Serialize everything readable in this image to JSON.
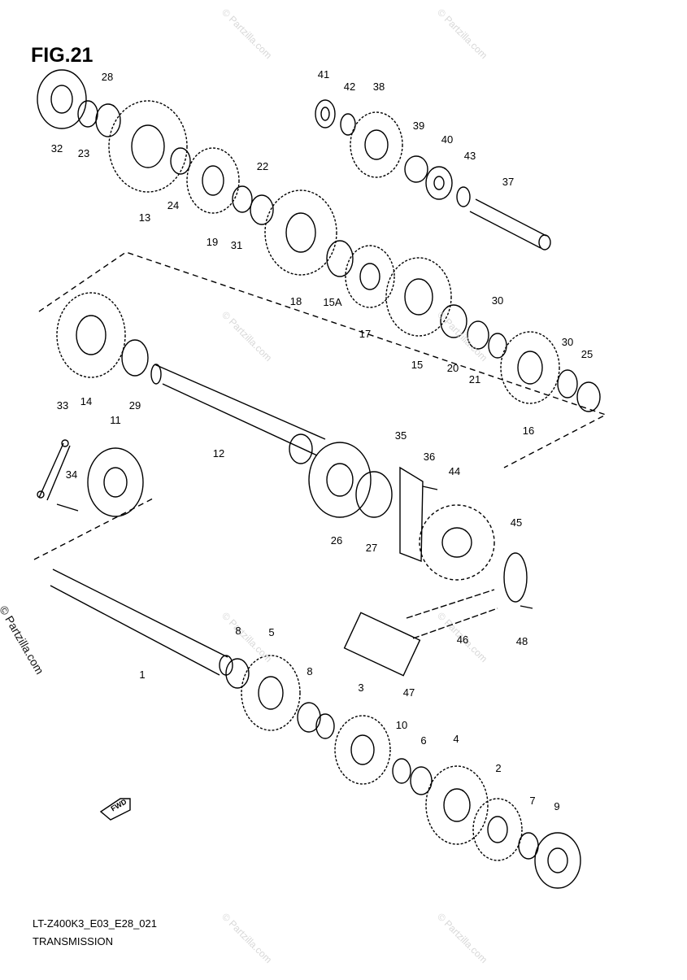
{
  "figure": {
    "title": "FIG.21"
  },
  "footer": {
    "code": "LT-Z400K3_E03_E28_021",
    "name": "TRANSMISSION"
  },
  "watermark": {
    "text": "© Partzilla.com"
  },
  "fwd_arrow": {
    "text": "FWD"
  },
  "parts": [
    {
      "id": "p41",
      "label": "41"
    },
    {
      "id": "p42",
      "label": "42"
    },
    {
      "id": "p38",
      "label": "38"
    },
    {
      "id": "p28",
      "label": "28"
    },
    {
      "id": "p39",
      "label": "39"
    },
    {
      "id": "p40",
      "label": "40"
    },
    {
      "id": "p43",
      "label": "43"
    },
    {
      "id": "p37",
      "label": "37"
    },
    {
      "id": "p32",
      "label": "32"
    },
    {
      "id": "p23",
      "label": "23"
    },
    {
      "id": "p22",
      "label": "22"
    },
    {
      "id": "p24",
      "label": "24"
    },
    {
      "id": "p13",
      "label": "13"
    },
    {
      "id": "p19",
      "label": "19"
    },
    {
      "id": "p31",
      "label": "31"
    },
    {
      "id": "p18",
      "label": "18"
    },
    {
      "id": "p15A",
      "label": "15A"
    },
    {
      "id": "p17",
      "label": "17"
    },
    {
      "id": "p30a",
      "label": "30"
    },
    {
      "id": "p30b",
      "label": "30"
    },
    {
      "id": "p25",
      "label": "25"
    },
    {
      "id": "p15",
      "label": "15"
    },
    {
      "id": "p20",
      "label": "20"
    },
    {
      "id": "p21",
      "label": "21"
    },
    {
      "id": "p16",
      "label": "16"
    },
    {
      "id": "p33",
      "label": "33"
    },
    {
      "id": "p14",
      "label": "14"
    },
    {
      "id": "p29",
      "label": "29"
    },
    {
      "id": "p11",
      "label": "11"
    },
    {
      "id": "p12",
      "label": "12"
    },
    {
      "id": "p35",
      "label": "35"
    },
    {
      "id": "p36",
      "label": "36"
    },
    {
      "id": "p44",
      "label": "44"
    },
    {
      "id": "p34",
      "label": "34"
    },
    {
      "id": "p45",
      "label": "45"
    },
    {
      "id": "p26",
      "label": "26"
    },
    {
      "id": "p27",
      "label": "27"
    },
    {
      "id": "p46",
      "label": "46"
    },
    {
      "id": "p48",
      "label": "48"
    },
    {
      "id": "p1",
      "label": "1"
    },
    {
      "id": "p8a",
      "label": "8"
    },
    {
      "id": "p5",
      "label": "5"
    },
    {
      "id": "p8b",
      "label": "8"
    },
    {
      "id": "p47",
      "label": "47"
    },
    {
      "id": "p3",
      "label": "3"
    },
    {
      "id": "p10",
      "label": "10"
    },
    {
      "id": "p6",
      "label": "6"
    },
    {
      "id": "p4",
      "label": "4"
    },
    {
      "id": "p2",
      "label": "2"
    },
    {
      "id": "p7",
      "label": "7"
    },
    {
      "id": "p9",
      "label": "9"
    }
  ]
}
